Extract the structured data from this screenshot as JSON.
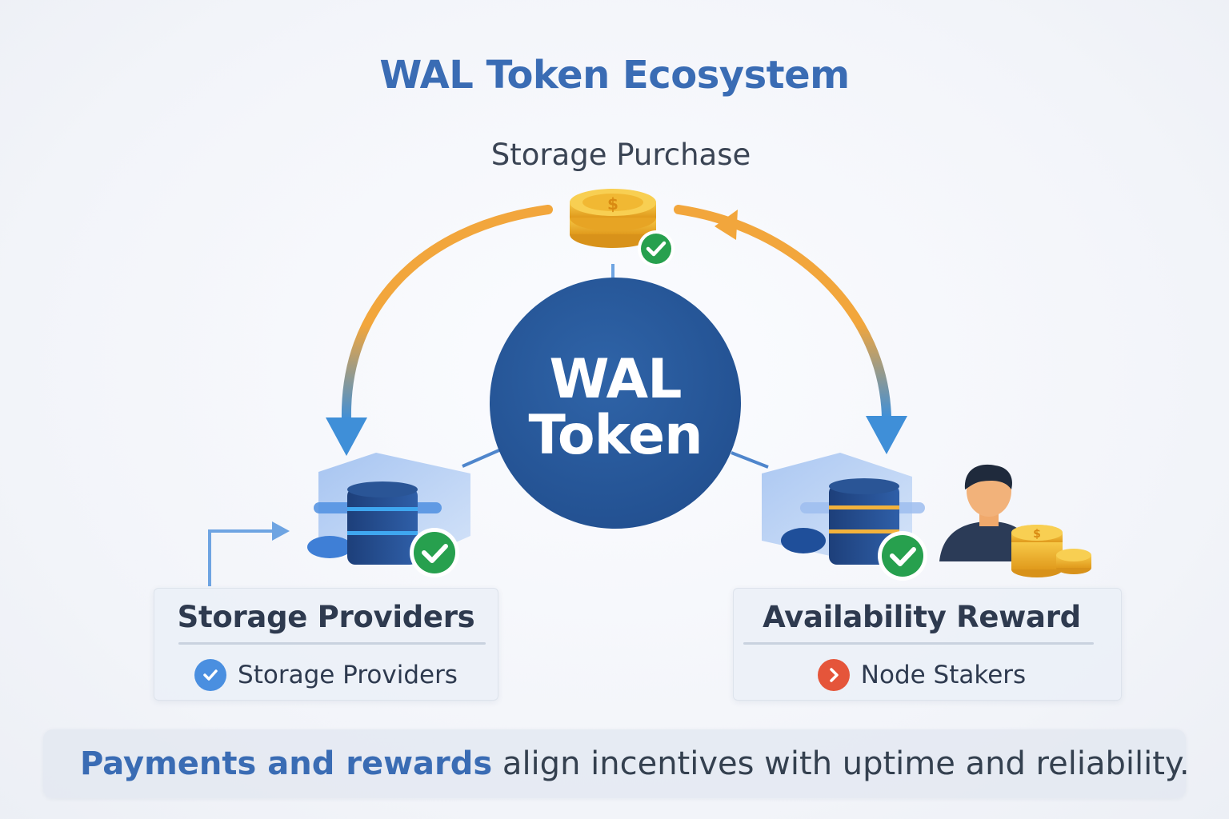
{
  "title": "WAL Token Ecosystem",
  "subtitle": "Storage Purchase",
  "center": {
    "line1": "WAL",
    "line2": "Token"
  },
  "left_card": {
    "title": "Storage Providers",
    "item": "Storage Providers"
  },
  "right_card": {
    "title": "Availability Reward",
    "item": "Node Stakers"
  },
  "footer": {
    "emphasis": "Payments and rewards",
    "rest": " align incentives with uptime and reliability."
  },
  "icons": [
    "coin-stack-icon",
    "check-icon",
    "server-stack-icon",
    "person-icon",
    "chevron-right-icon"
  ],
  "colors": {
    "title": "#3a6cb4",
    "core": "#2b5c9c",
    "flow_orange": "#f2a63c",
    "flow_blue": "#3f8fd8",
    "check_green": "#27a04e",
    "badge_blue": "#4a8fe0",
    "badge_red": "#e5553a",
    "coin_gold": "#f0b22a"
  }
}
